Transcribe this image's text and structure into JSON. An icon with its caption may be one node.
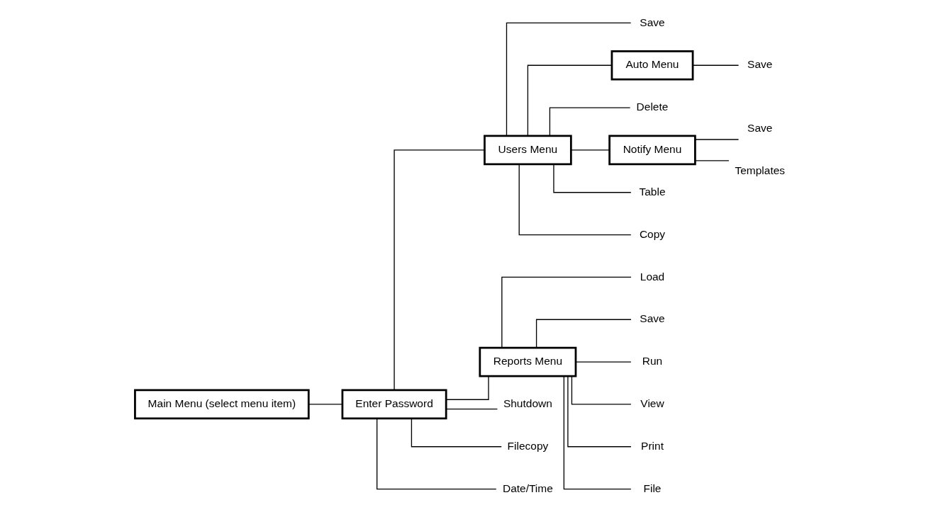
{
  "diagram": {
    "nodes": [
      {
        "text": [
          "Main Menu (select menu item)"
        ]
      },
      {
        "text": [
          "Enter Password"
        ]
      },
      {
        "text": [
          "Users Menu"
        ]
      },
      {
        "text": [
          "Save"
        ]
      },
      {
        "text": [
          "Auto Menu"
        ]
      },
      {
        "text": [
          "Save"
        ]
      },
      {
        "text": [
          "Delete"
        ]
      },
      {
        "text": [
          "Notify Menu"
        ]
      },
      {
        "text": [
          "Save"
        ]
      },
      {
        "text": [
          "Templates"
        ]
      },
      {
        "text": [
          "Table"
        ]
      },
      {
        "text": [
          "Copy"
        ]
      },
      {
        "text": [
          "Reports Menu"
        ]
      },
      {
        "text": [
          "Load"
        ]
      },
      {
        "text": [
          "Save"
        ]
      },
      {
        "text": [
          "Run"
        ]
      },
      {
        "text": [
          "View"
        ]
      },
      {
        "text": [
          "Print"
        ]
      },
      {
        "text": [
          "File"
        ]
      },
      {
        "text": [
          "Shutdown"
        ]
      },
      {
        "text": [
          "Filecopy"
        ]
      },
      {
        "text": [
          "Date/Time"
        ]
      }
    ],
    "edges": [
      {
        "from": 0,
        "to": 1,
        "arrow": "none"
      },
      {
        "from": 1,
        "to": 2,
        "arrow": "none"
      },
      {
        "from": 1,
        "to": 12,
        "arrow": "none"
      },
      {
        "from": 1,
        "to": 19,
        "arrow": "none"
      },
      {
        "from": 1,
        "to": 20,
        "arrow": "none"
      },
      {
        "from": 1,
        "to": 21,
        "arrow": "none"
      },
      {
        "from": 2,
        "to": 3,
        "arrow": "none"
      },
      {
        "from": 2,
        "to": 4,
        "arrow": "none"
      },
      {
        "from": 2,
        "to": 6,
        "arrow": "none"
      },
      {
        "from": 2,
        "to": 7,
        "arrow": "none"
      },
      {
        "from": 2,
        "to": 10,
        "arrow": "none"
      },
      {
        "from": 2,
        "to": 11,
        "arrow": "none"
      },
      {
        "from": 4,
        "to": 5,
        "arrow": "none"
      },
      {
        "from": 7,
        "to": 8,
        "arrow": "none"
      },
      {
        "from": 7,
        "to": 9,
        "arrow": "none"
      },
      {
        "from": 12,
        "to": 13,
        "arrow": "none"
      },
      {
        "from": 12,
        "to": 14,
        "arrow": "none"
      },
      {
        "from": 12,
        "to": 15,
        "arrow": "none"
      },
      {
        "from": 12,
        "to": 16,
        "arrow": "none"
      },
      {
        "from": 12,
        "to": 17,
        "arrow": "none"
      },
      {
        "from": 12,
        "to": 18,
        "arrow": "none"
      }
    ]
  }
}
